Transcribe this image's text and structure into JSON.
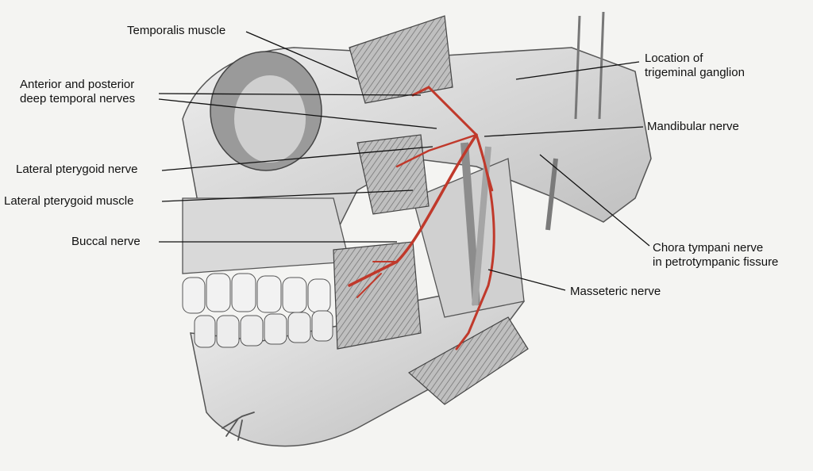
{
  "labels": {
    "temporalis_muscle": "Temporalis muscle",
    "deep_temporal_nerves_line1": "Anterior and posterior",
    "deep_temporal_nerves_line2": "deep temporal nerves",
    "lateral_pterygoid_nerve": "Lateral pterygoid nerve",
    "lateral_pterygoid_muscle": "Lateral pterygoid muscle",
    "buccal_nerve": "Buccal nerve",
    "trigeminal_ganglion_line1": "Location of",
    "trigeminal_ganglion_line2": "trigeminal ganglion",
    "mandibular_nerve": "Mandibular nerve",
    "chorda_tympani_line1": "Chora tympani nerve",
    "chorda_tympani_line2": "in petrotympanic fissure",
    "masseteric_nerve": "Masseteric nerve"
  },
  "colors": {
    "background": "#f4f4f2",
    "nerve": "#c0392b",
    "bone": "#dcdcdc",
    "bone_shadow": "#8a8a8a",
    "leader_line": "#111111"
  }
}
